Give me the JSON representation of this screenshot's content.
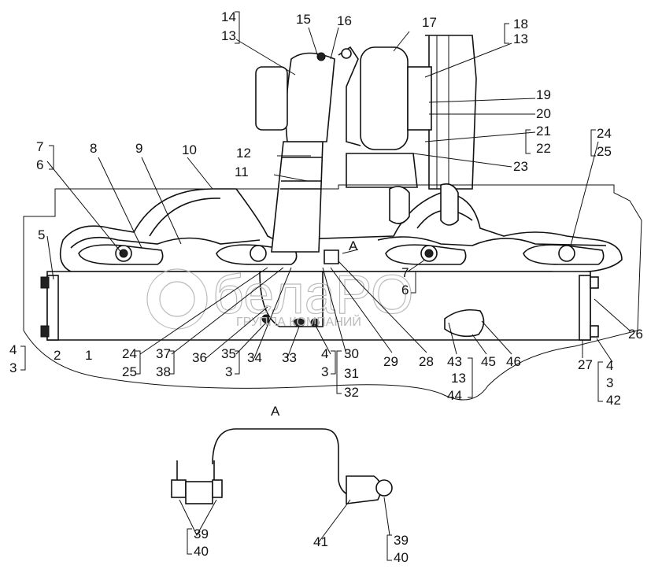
{
  "title": "Exhaust manifold and turbocharger installation",
  "watermark": {
    "brand": "белаРО",
    "subtitle": "ГРУППА КОМПАНИЙ"
  },
  "view_label": "A",
  "labels": [
    "14",
    "13",
    "15",
    "16",
    "17",
    "18",
    "13",
    "19",
    "20",
    "21",
    "22",
    "23",
    "24",
    "25",
    "7",
    "6",
    "8",
    "9",
    "10",
    "12",
    "11",
    "5",
    "4",
    "3",
    "2",
    "1",
    "24",
    "25",
    "37",
    "38",
    "36",
    "35",
    "3",
    "34",
    "33",
    "4",
    "3",
    "30",
    "31",
    "32",
    "29",
    "28",
    "43",
    "13",
    "44",
    "45",
    "46",
    "7",
    "6",
    "26",
    "27",
    "4",
    "3",
    "42",
    "A",
    "A",
    "39",
    "40",
    "41",
    "39",
    "40"
  ]
}
